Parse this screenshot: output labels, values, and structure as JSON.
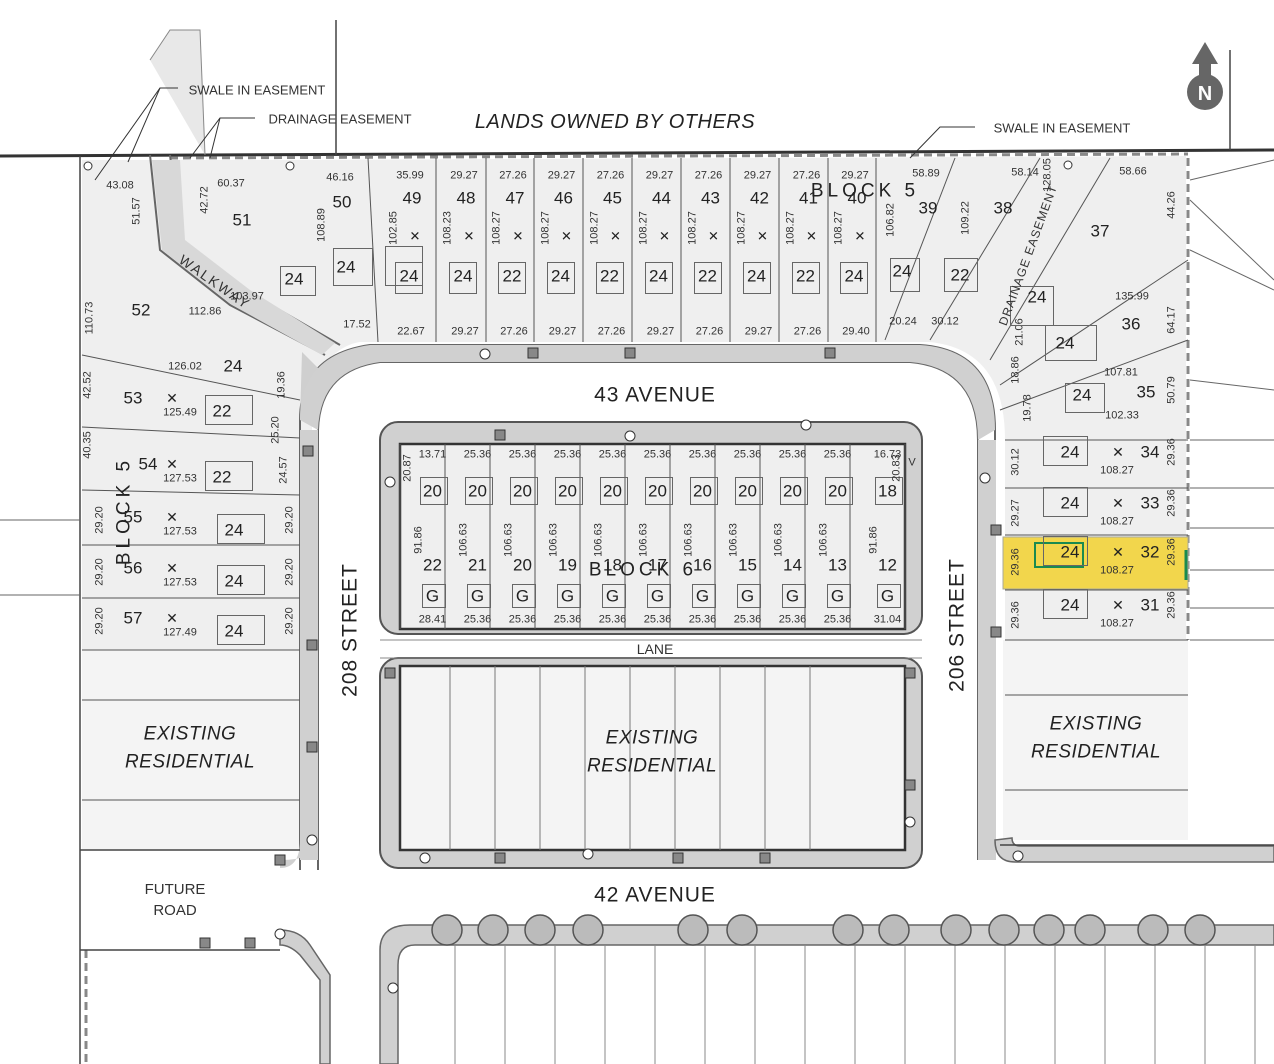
{
  "roads": {
    "avenue_43": "43 AVENUE",
    "avenue_42": "42 AVENUE",
    "street_208": "208 STREET",
    "street_206": "206 STREET",
    "lane": "LANE",
    "future_road": "FUTURE\nROAD"
  },
  "labels": {
    "lands_owned": "LANDS OWNED BY OTHERS",
    "existing_residential": "EXISTING\nRESIDENTIAL",
    "walkway": "WALKWAY",
    "drainage_easement_vertical": "DRAINAGE EASEMENT"
  },
  "blocks": {
    "block5": "BLOCK 5",
    "block6": "BLOCK 6"
  },
  "notes": {
    "swale_in_easement": "SWALE IN EASEMENT",
    "drainage_easement": "DRAINAGE EASEMENT"
  },
  "north_arrow": {
    "letter": "N",
    "icon": "north-arrow-icon"
  },
  "highlight_color": "#f2d64c",
  "highlighted_lot": "32",
  "north_lots": [
    {
      "lot": "49",
      "model": "24",
      "front": "35.99",
      "rear": "22.67",
      "side": "102.85"
    },
    {
      "lot": "48",
      "model": "24",
      "front": "29.27",
      "rear": "29.27",
      "side": "108.23"
    },
    {
      "lot": "47",
      "model": "22",
      "front": "27.26",
      "rear": "27.26",
      "side": "108.27"
    },
    {
      "lot": "46",
      "model": "24",
      "front": "29.27",
      "rear": "29.27",
      "side": "108.27"
    },
    {
      "lot": "45",
      "model": "22",
      "front": "27.26",
      "rear": "27.26",
      "side": "108.27"
    },
    {
      "lot": "44",
      "model": "24",
      "front": "29.27",
      "rear": "29.27",
      "side": "108.27"
    },
    {
      "lot": "43",
      "model": "22",
      "front": "27.26",
      "rear": "27.26",
      "side": "108.27"
    },
    {
      "lot": "42",
      "model": "24",
      "front": "29.27",
      "rear": "29.27",
      "side": "108.27"
    },
    {
      "lot": "41",
      "model": "22",
      "front": "27.26",
      "rear": "27.26",
      "side": "108.27"
    },
    {
      "lot": "40",
      "model": "24",
      "front": "29.27",
      "rear": "29.40",
      "side": "108.27"
    }
  ],
  "block6_lots": [
    {
      "lot": "22",
      "model": "20",
      "top": "13.71",
      "bottom": "28.41",
      "side": "91.86"
    },
    {
      "lot": "21",
      "model": "20",
      "top": "25.36",
      "bottom": "25.36",
      "side": "106.63"
    },
    {
      "lot": "20",
      "model": "20",
      "top": "25.36",
      "bottom": "25.36",
      "side": "106.63"
    },
    {
      "lot": "19",
      "model": "20",
      "top": "25.36",
      "bottom": "25.36",
      "side": "106.63"
    },
    {
      "lot": "18",
      "model": "20",
      "top": "25.36",
      "bottom": "25.36",
      "side": "106.63"
    },
    {
      "lot": "17",
      "model": "20",
      "top": "25.36",
      "bottom": "25.36",
      "side": "106.63"
    },
    {
      "lot": "16",
      "model": "20",
      "top": "25.36",
      "bottom": "25.36",
      "side": "106.63"
    },
    {
      "lot": "15",
      "model": "20",
      "top": "25.36",
      "bottom": "25.36",
      "side": "106.63"
    },
    {
      "lot": "14",
      "model": "20",
      "top": "25.36",
      "bottom": "25.36",
      "side": "106.63"
    },
    {
      "lot": "13",
      "model": "20",
      "top": "25.36",
      "bottom": "25.36",
      "side": "106.63"
    },
    {
      "lot": "12",
      "model": "18",
      "top": "16.73",
      "bottom": "31.04",
      "side": "91.86"
    }
  ],
  "block6_extra": {
    "corner_dim": "20.87",
    "corner_dim_right": "20.83",
    "garage": "G",
    "v": "V"
  },
  "east_lots": [
    {
      "lot": "34",
      "model": "24",
      "front": "30.12",
      "rear": "29.36",
      "depth": "108.27"
    },
    {
      "lot": "33",
      "model": "24",
      "front": "29.27",
      "rear": "29.36",
      "depth": "108.27"
    },
    {
      "lot": "32",
      "model": "24",
      "front": "29.36",
      "rear": "29.36",
      "depth": "108.27"
    },
    {
      "lot": "31",
      "model": "24",
      "front": "29.36",
      "rear": "29.36",
      "depth": "108.27"
    }
  ],
  "west_lots": [
    {
      "lot": "53",
      "model": "22",
      "depth": "125.49"
    },
    {
      "lot": "54",
      "model": "22",
      "depth": "127.53"
    },
    {
      "lot": "55",
      "model": "24",
      "depth": "127.53"
    },
    {
      "lot": "56",
      "model": "24",
      "depth": "127.53"
    },
    {
      "lot": "57",
      "model": "24",
      "depth": "127.49"
    }
  ],
  "west_dims": [
    "42.52",
    "40.35",
    "29.20",
    "29.20",
    "29.20",
    "19.36",
    "25.20",
    "24.57",
    "29.20",
    "29.20",
    "29.20"
  ],
  "corner_lots": {
    "l52": {
      "lot": "52",
      "model": "24",
      "d1": "110.73",
      "d2": "112.86",
      "d3": "126.02"
    },
    "l51": {
      "lot": "51",
      "model": "24",
      "d1": "60.37",
      "d2": "42.72",
      "d3": "103.97"
    },
    "l50": {
      "lot": "50",
      "model": "24",
      "d1": "46.16",
      "d2": "17.52",
      "d3": "108.89"
    },
    "l39": {
      "lot": "39",
      "model": "24",
      "d1": "58.89",
      "d2": "20.24",
      "d3": "106.82"
    },
    "l38": {
      "lot": "38",
      "model": "22",
      "d1": "58.14",
      "d2": "30.12",
      "d3": "109.22"
    },
    "l37": {
      "lot": "37",
      "model": "24",
      "d1": "58.66",
      "d2": "21.06",
      "d3": "128.05"
    },
    "l36": {
      "lot": "36",
      "model": "24",
      "d1": "44.26",
      "d2": "18.86",
      "d3": "135.99"
    },
    "l35": {
      "lot": "35",
      "model": "24",
      "d1": "64.17",
      "d2": "19.78",
      "d3": "107.81"
    },
    "l35b": {
      "d1": "50.79",
      "d2": "102.33"
    },
    "top_west": {
      "d1": "43.08",
      "d2": "51.57"
    }
  }
}
